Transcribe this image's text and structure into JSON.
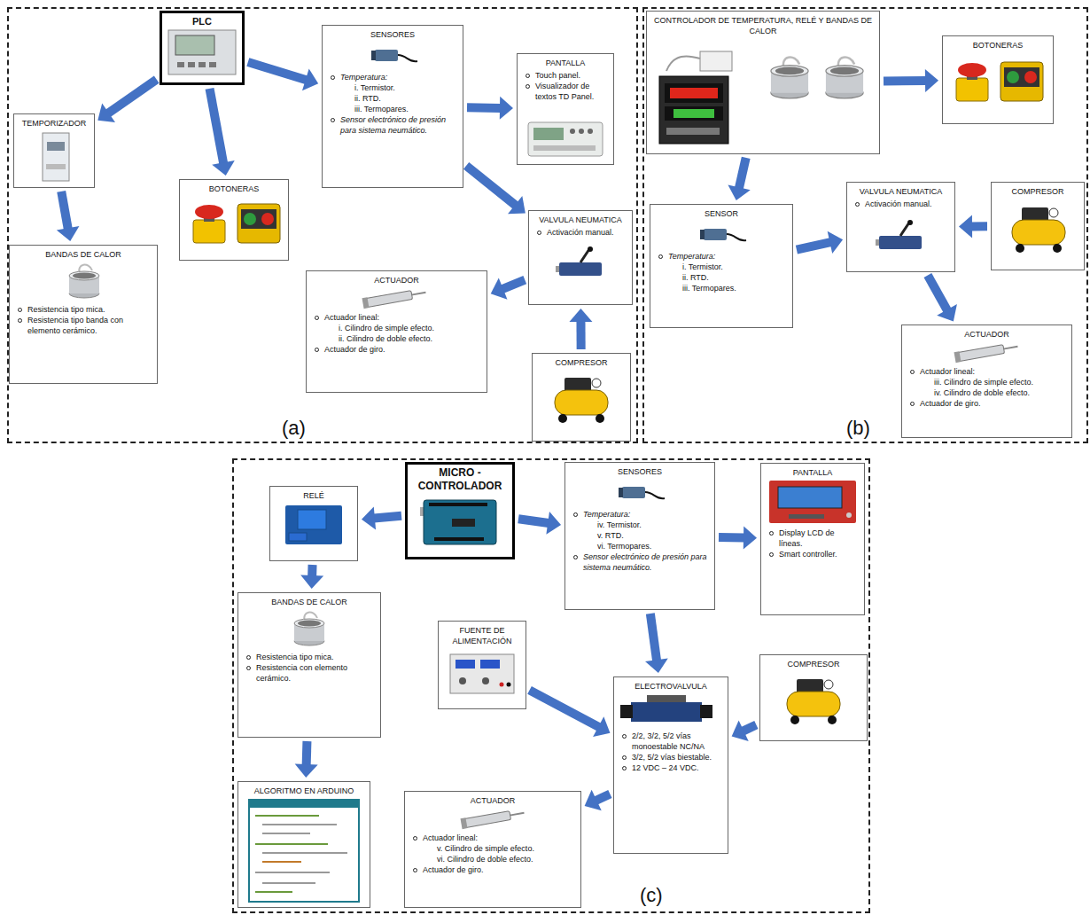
{
  "diagram": {
    "nodes": [
      {
        "text": [
          "(a)"
        ]
      },
      {
        "text": [
          "PLC"
        ],
        "in": 0
      },
      {
        "text": [
          "TEMPORIZADOR"
        ],
        "in": 0
      },
      {
        "text": [
          "BOTONERAS"
        ],
        "in": 0
      },
      {
        "text": [
          "SENSORES",
          "Temperatura:",
          "i. Termistor.",
          "ii. RTD.",
          "iii. Termopares.",
          "Sensor electrónico de presión para sistema neumático."
        ],
        "in": 0
      },
      {
        "text": [
          "PANTALLA",
          "Touch panel.",
          "Visualizador de textos TD Panel."
        ],
        "in": 0
      },
      {
        "text": [
          "BANDAS DE CALOR",
          "Resistencia tipo mica.",
          "Resistencia tipo banda con elemento cerámico."
        ],
        "in": 0
      },
      {
        "text": [
          "VALVULA NEUMATICA",
          "Activación manual."
        ],
        "in": 0
      },
      {
        "text": [
          "ACTUADOR",
          "Actuador lineal:",
          "i. Cilindro de simple efecto.",
          "ii. Cilindro de doble efecto.",
          "Actuador de giro."
        ],
        "in": 0
      },
      {
        "text": [
          "COMPRESOR"
        ],
        "in": 0
      },
      {
        "text": [
          "(b)"
        ]
      },
      {
        "text": [
          "CONTROLADOR DE TEMPERATURA, RELÉ Y BANDAS DE CALOR"
        ],
        "in": 10
      },
      {
        "text": [
          "BOTONERAS"
        ],
        "in": 10
      },
      {
        "text": [
          "SENSOR",
          "Temperatura:",
          "i. Termistor.",
          "ii. RTD.",
          "iii. Termopares."
        ],
        "in": 10
      },
      {
        "text": [
          "VALVULA NEUMATICA",
          "Activación manual."
        ],
        "in": 10
      },
      {
        "text": [
          "COMPRESOR"
        ],
        "in": 10
      },
      {
        "text": [
          "ACTUADOR",
          "Actuador lineal:",
          "iii. Cilindro de simple efecto.",
          "iv. Cilindro de doble efecto.",
          "Actuador de giro."
        ],
        "in": 10
      },
      {
        "text": [
          "(c)"
        ]
      },
      {
        "text": [
          "MICRO - CONTROLADOR"
        ],
        "in": 17
      },
      {
        "text": [
          "RELÉ"
        ],
        "in": 17
      },
      {
        "text": [
          "SENSORES",
          "Temperatura:",
          "iv. Termistor.",
          "v. RTD.",
          "vi. Termopares.",
          "Sensor electrónico de presión para sistema neumático."
        ],
        "in": 17
      },
      {
        "text": [
          "PANTALLA",
          "Display LCD de líneas.",
          "Smart controller."
        ],
        "in": 17
      },
      {
        "text": [
          "BANDAS DE CALOR",
          "Resistencia tipo mica.",
          "Resistencia con elemento cerámico."
        ],
        "in": 17
      },
      {
        "text": [
          "FUENTE DE ALIMENTACIÓN"
        ],
        "in": 17
      },
      {
        "text": [
          "ELECTROVALVULA",
          "2/2, 3/2, 5/2 vías monoestable NC/NA",
          "3/2, 5/2 vías biestable.",
          "12 VDC – 24 VDC."
        ],
        "in": 17
      },
      {
        "text": [
          "COMPRESOR"
        ],
        "in": 17
      },
      {
        "text": [
          "ALGORITMO EN ARDUINO"
        ],
        "in": 17
      },
      {
        "text": [
          "ACTUADOR",
          "Actuador lineal:",
          "v. Cilindro de simple efecto.",
          "vi. Cilindro de doble efecto.",
          "Actuador de giro."
        ],
        "in": 17
      }
    ],
    "edges": [
      {
        "from": 1,
        "to": 2,
        "arrow": "to"
      },
      {
        "from": 1,
        "to": 3,
        "arrow": "to"
      },
      {
        "from": 1,
        "to": 4,
        "arrow": "to"
      },
      {
        "from": 2,
        "to": 6,
        "arrow": "to"
      },
      {
        "from": 4,
        "to": 5,
        "arrow": "to"
      },
      {
        "from": 4,
        "to": 7,
        "arrow": "to"
      },
      {
        "from": 7,
        "to": 8,
        "arrow": "to"
      },
      {
        "from": 9,
        "to": 7,
        "arrow": "to"
      },
      {
        "from": 11,
        "to": 12,
        "arrow": "to"
      },
      {
        "from": 11,
        "to": 13,
        "arrow": "to"
      },
      {
        "from": 13,
        "to": 14,
        "arrow": "to"
      },
      {
        "from": 15,
        "to": 14,
        "arrow": "to"
      },
      {
        "from": 14,
        "to": 16,
        "arrow": "to"
      },
      {
        "from": 18,
        "to": 19,
        "arrow": "to"
      },
      {
        "from": 18,
        "to": 20,
        "arrow": "to"
      },
      {
        "from": 19,
        "to": 22,
        "arrow": "to"
      },
      {
        "from": 22,
        "to": 26,
        "arrow": "to"
      },
      {
        "from": 20,
        "to": 21,
        "arrow": "to"
      },
      {
        "from": 20,
        "to": 24,
        "arrow": "to"
      },
      {
        "from": 23,
        "to": 24,
        "arrow": "to"
      },
      {
        "from": 25,
        "to": 24,
        "arrow": "to"
      },
      {
        "from": 24,
        "to": 27,
        "arrow": "to"
      }
    ]
  }
}
